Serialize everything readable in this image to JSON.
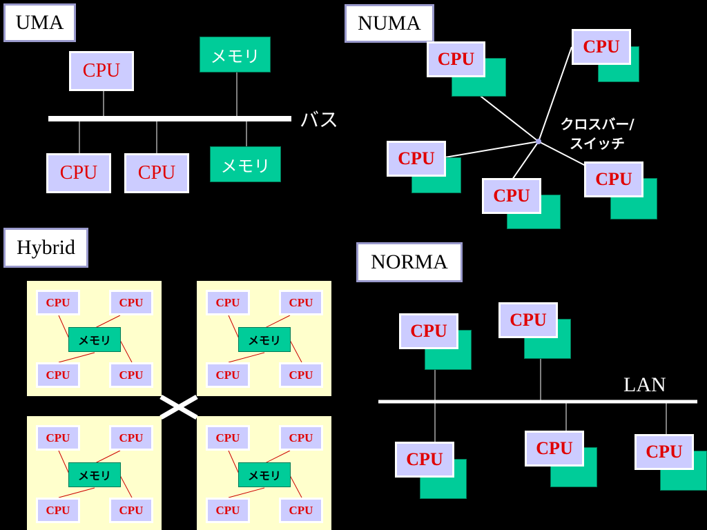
{
  "uma": {
    "title": "UMA",
    "bus_label": "バス",
    "cpu": "CPU",
    "memory": "メモリ"
  },
  "numa": {
    "title": "NUMA",
    "switch_label_line1": "クロスバー/",
    "switch_label_line2": "スイッチ",
    "cpu": "CPU"
  },
  "hybrid": {
    "title": "Hybrid",
    "cpu": "CPU",
    "memory": "メモリ"
  },
  "norma": {
    "title": "NORMA",
    "lan_label": "LAN",
    "cpu": "CPU"
  },
  "colors": {
    "cpu_fill": "#ccccff",
    "cpu_text": "#e00000",
    "memory_fill": "#00cc99",
    "node_fill": "#ffffcc",
    "background": "#000000"
  }
}
